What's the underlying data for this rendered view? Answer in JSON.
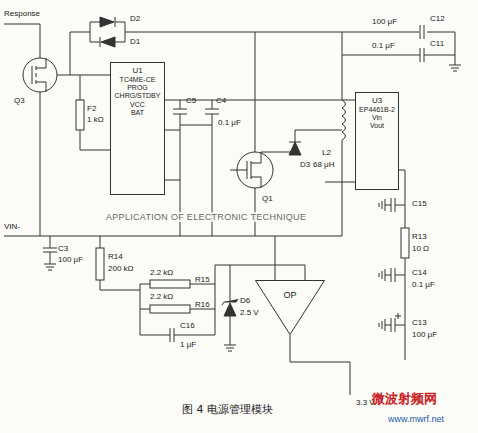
{
  "diagram": {
    "caption": "图 4 电源管理模块",
    "nodes": [
      {
        "text": [
          "U1",
          "TC4ME-CE",
          "PROG",
          "CHRG/STDBY",
          "VCC",
          "BAT"
        ]
      },
      {
        "text": [
          "U3",
          "EP4461B-2",
          "Vin",
          "Vout"
        ]
      },
      {
        "text": [
          "OP"
        ]
      }
    ],
    "edges": [
      {
        "from": 0,
        "to": 1,
        "arrow": "none"
      },
      {
        "from": 2,
        "to": 1,
        "arrow": "none"
      }
    ],
    "labels": [
      "Response",
      "D2",
      "D1",
      "Q3",
      "F2",
      "1 kΩ",
      "C5",
      "C4",
      "0.1 μF",
      "Q1",
      "D3",
      "L2",
      "68 μH",
      "100 μF",
      "C12",
      "0.1 μF",
      "C11",
      "C15",
      "R13",
      "10 Ω",
      "C14",
      "0.1 μF",
      "C13",
      "100 μF",
      "VIN-",
      "C3",
      "100 μF",
      "R14",
      "200 kΩ",
      "R15",
      "2.2 kΩ",
      "R16",
      "2.2 kΩ",
      "C16",
      "1 μF",
      "D6",
      "2.5 V",
      "3.3 V",
      "APPLICATION OF ELECTRONIC TECHNIQUE",
      "微波射频网",
      "www.mwrf.net"
    ]
  }
}
